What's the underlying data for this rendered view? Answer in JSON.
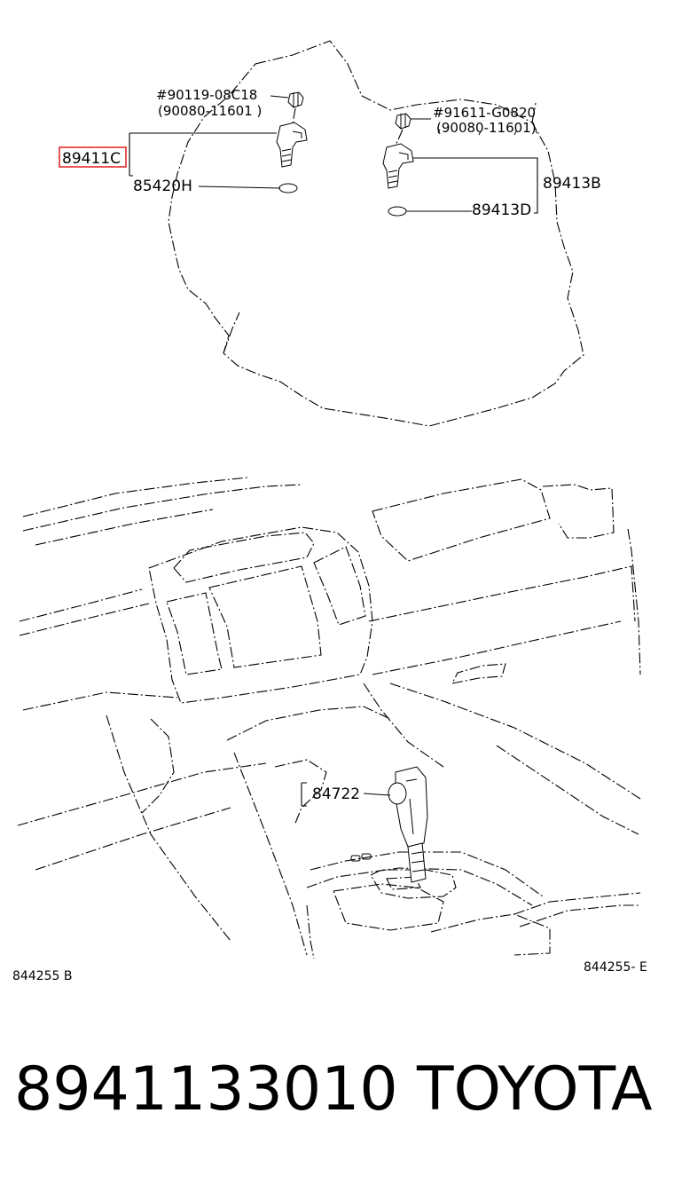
{
  "callouts": {
    "bolt_left": "#90119-08C18",
    "bolt_left_alt": "(90080-11601  )",
    "sensor_left": "89411C",
    "oring_left": "85420H",
    "bolt_right": "#91611-G0820",
    "bolt_right_alt": "(90080-11601)",
    "sensor_right": "89413B",
    "oring_right": "89413D",
    "shift_knob": "84722"
  },
  "figure_codes": {
    "left": "844255  B",
    "right": "844255- E"
  },
  "footer": {
    "part_number": "8941133010",
    "brand": "TOYOTA"
  },
  "highlight_color": "#e02020"
}
